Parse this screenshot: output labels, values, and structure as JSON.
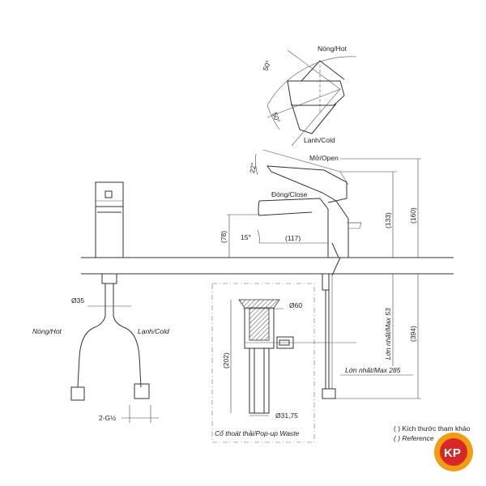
{
  "rotation": {
    "angle_top": "50°",
    "angle_bottom": "50°",
    "hot_label": "Nóng/Hot",
    "cold_label": "Lạnh/Cold"
  },
  "lever": {
    "angle": "22°",
    "open_label": "Mở/Open",
    "close_label": "Đóng/Close"
  },
  "side_view": {
    "dim_78": "(78)",
    "angle_15": "15°",
    "dim_117": "(117)",
    "dim_133": "(133)",
    "dim_160": "(160)",
    "dim_394": "(394)",
    "max53": "Lớn nhất/Max 53",
    "max285": "Lớn nhất/Max 285"
  },
  "popup": {
    "dim_60": "Ø60",
    "dim_202": "(202)",
    "dim_3175": "Ø31,75",
    "caption": "Cổ thoát thải/Pop-up Waste"
  },
  "front_view": {
    "dim_35": "Ø35",
    "hot_label": "Nóng/Hot",
    "cold_label": "Lạnh/Cold",
    "thread": "2-G½"
  },
  "notes": {
    "line1": "( ) Kích thước tham khảo",
    "line2": "( ) Reference"
  },
  "logo": {
    "text": "KP",
    "color_outer": "#f39c12",
    "color_inner": "#d62828"
  }
}
